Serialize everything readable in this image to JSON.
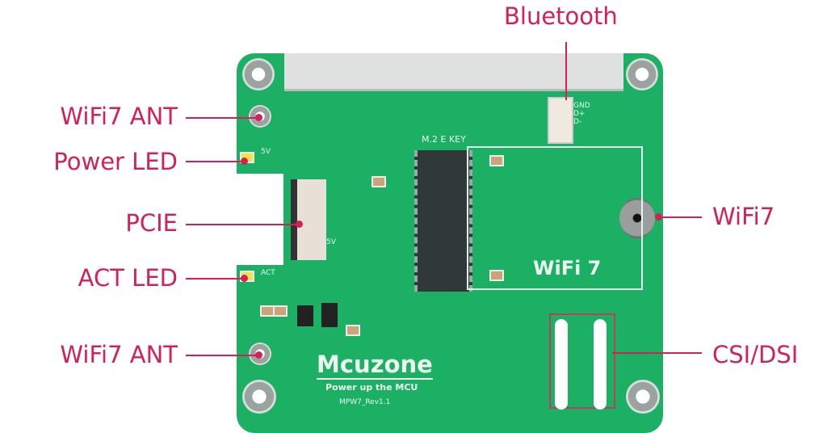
{
  "labels": {
    "bluetooth": "Bluetooth",
    "wifi7_ant_top": "WiFi7 ANT",
    "power_led": "Power LED",
    "pcie": "PCIE",
    "act_led": "ACT LED",
    "wifi7_ant_bottom": "WiFi7 ANT",
    "wifi7": "WiFi7",
    "csi_dsi": "CSI/DSI"
  },
  "board_text": {
    "m2": "M.2 E KEY",
    "gnd": "GND",
    "dplus": "D+",
    "dminus": "D-",
    "5v_top": "5V",
    "5v_mid": "5V",
    "act": "ACT",
    "wifi_logo": "WiFi 7",
    "brand": "Mcuzone",
    "slogan": "Power up the MCU",
    "rev": "MPW7_Rev1.1"
  },
  "colors": {
    "label": "#d51f55",
    "board": "#1bb063"
  }
}
